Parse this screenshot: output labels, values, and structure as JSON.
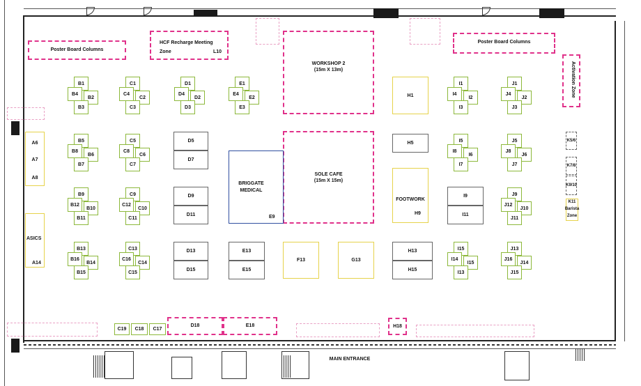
{
  "colors": {
    "booth_green": "#8cb83a",
    "booth_grey": "#666666",
    "feature_yellow": "#e6d24a",
    "medical_blue": "#2f4ea0",
    "zone_pink": "#e0318a"
  },
  "zones": {
    "poster_left": "Poster Board Columns",
    "poster_right": "Poster Board Columns",
    "hcf_line1": "HCF Recharge  Meeting",
    "hcf_line2": "Zone",
    "hcf_code": "L10",
    "workshop_line1": "WORKSHOP 2",
    "workshop_line2": "(15m X 13m)",
    "cafe_line1": "SOLE CAFE",
    "cafe_line2": "(15m X 15m)",
    "activation": "Activation Zone",
    "main_entrance": "MAIN ENTRANCE"
  },
  "clusters": {
    "b1": {
      "top": "B1",
      "left": "B4",
      "right": "B2",
      "bottom": "B3"
    },
    "c1": {
      "top": "C1",
      "left": "C4",
      "right": "C2",
      "bottom": "C3"
    },
    "d1": {
      "top": "D1",
      "left": "D4",
      "right": "D2",
      "bottom": "D3"
    },
    "e1": {
      "top": "E1",
      "left": "E4",
      "right": "E2",
      "bottom": "E3"
    },
    "i1": {
      "top": "I1",
      "left": "I4",
      "right": "I2",
      "bottom": "I3"
    },
    "j1": {
      "top": "J1",
      "left": "J4",
      "right": "J2",
      "bottom": "J3"
    },
    "b5": {
      "top": "B5",
      "left": "B8",
      "right": "B6",
      "bottom": "B7"
    },
    "c5": {
      "top": "C5",
      "left": "C8",
      "right": "C6",
      "bottom": "C7"
    },
    "i5": {
      "top": "I5",
      "left": "I8",
      "right": "I6",
      "bottom": "I7"
    },
    "j5": {
      "top": "J5",
      "left": "J8",
      "right": "J6",
      "bottom": "J7"
    },
    "b9": {
      "top": "B9",
      "left": "B12",
      "right": "B10",
      "bottom": "B11"
    },
    "c9": {
      "top": "C9",
      "left": "C12",
      "right": "C10",
      "bottom": "C11"
    },
    "j9": {
      "top": "J9",
      "left": "J12",
      "right": "J10",
      "bottom": "J11"
    },
    "b13": {
      "top": "B13",
      "left": "B16",
      "right": "B14",
      "bottom": "B15"
    },
    "c13": {
      "top": "C13",
      "left": "C16",
      "right": "C14",
      "bottom": "C15"
    },
    "i13": {
      "top": "I15",
      "left": "I14",
      "right": "I15",
      "bottom": "I13"
    },
    "j13": {
      "top": "J13",
      "left": "J16",
      "right": "J14",
      "bottom": "J15"
    }
  },
  "booths": {
    "D5": "D5",
    "D7": "D7",
    "D9": "D9",
    "D11": "D11",
    "D13": "D13",
    "D15": "D15",
    "E13": "E13",
    "E15": "E15",
    "F13": "F13",
    "G13": "G13",
    "H1": "H1",
    "H5": "H5",
    "H9": "H9",
    "H13": "H13",
    "H15": "H15",
    "I9": "I9",
    "I11": "I11",
    "A6": "A6",
    "A7": "A7",
    "A8": "A8",
    "A14": "A14",
    "ASICS": "ASICS",
    "BRIGGATE_1": "BRIGGATE",
    "BRIGGATE_2": "MEDICAL",
    "E9": "E9",
    "FOOTWORK": "FOOTWORK",
    "K5": "K5/6",
    "K7": "K7/8",
    "K9": "K9/10",
    "K11_1": "K11",
    "K11_2": "Barista",
    "K11_3": "Zone",
    "C19": "C19",
    "C18": "C18",
    "C17": "C17",
    "D18": "D18",
    "E18": "E18",
    "H18": "H18"
  }
}
